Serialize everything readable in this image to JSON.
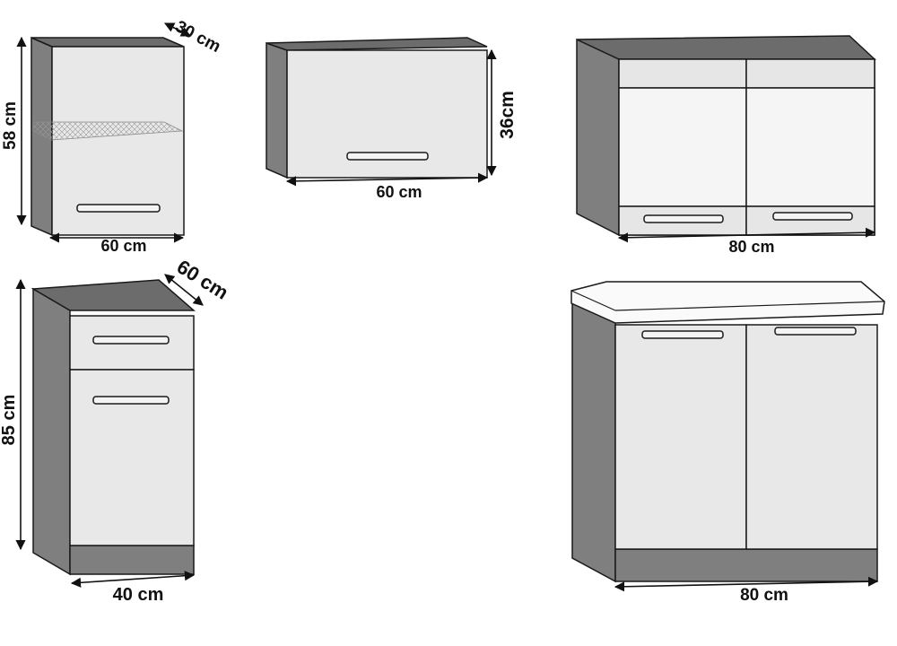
{
  "colors": {
    "body": "#7f7f7f",
    "body_dark": "#6c6c6c",
    "front": "#e8e8e8",
    "outline": "#1a1a1a",
    "worktop": "#fafafa",
    "arrow": "#111111"
  },
  "cabinets": [
    {
      "name": "wall-cabinet-with-shelf",
      "dimensions": {
        "height": "58 cm",
        "depth": "30 cm",
        "width": "60 cm"
      }
    },
    {
      "name": "wall-cabinet-flap",
      "dimensions": {
        "height": "36cm",
        "width": "60 cm"
      }
    },
    {
      "name": "wall-cabinet-double-glass",
      "dimensions": {
        "width": "80 cm"
      }
    },
    {
      "name": "base-cabinet-drawer",
      "dimensions": {
        "height": "85 cm",
        "depth": "60 cm",
        "width": "40 cm"
      }
    },
    {
      "name": "base-cabinet-double",
      "dimensions": {
        "width": "80 cm"
      }
    }
  ]
}
